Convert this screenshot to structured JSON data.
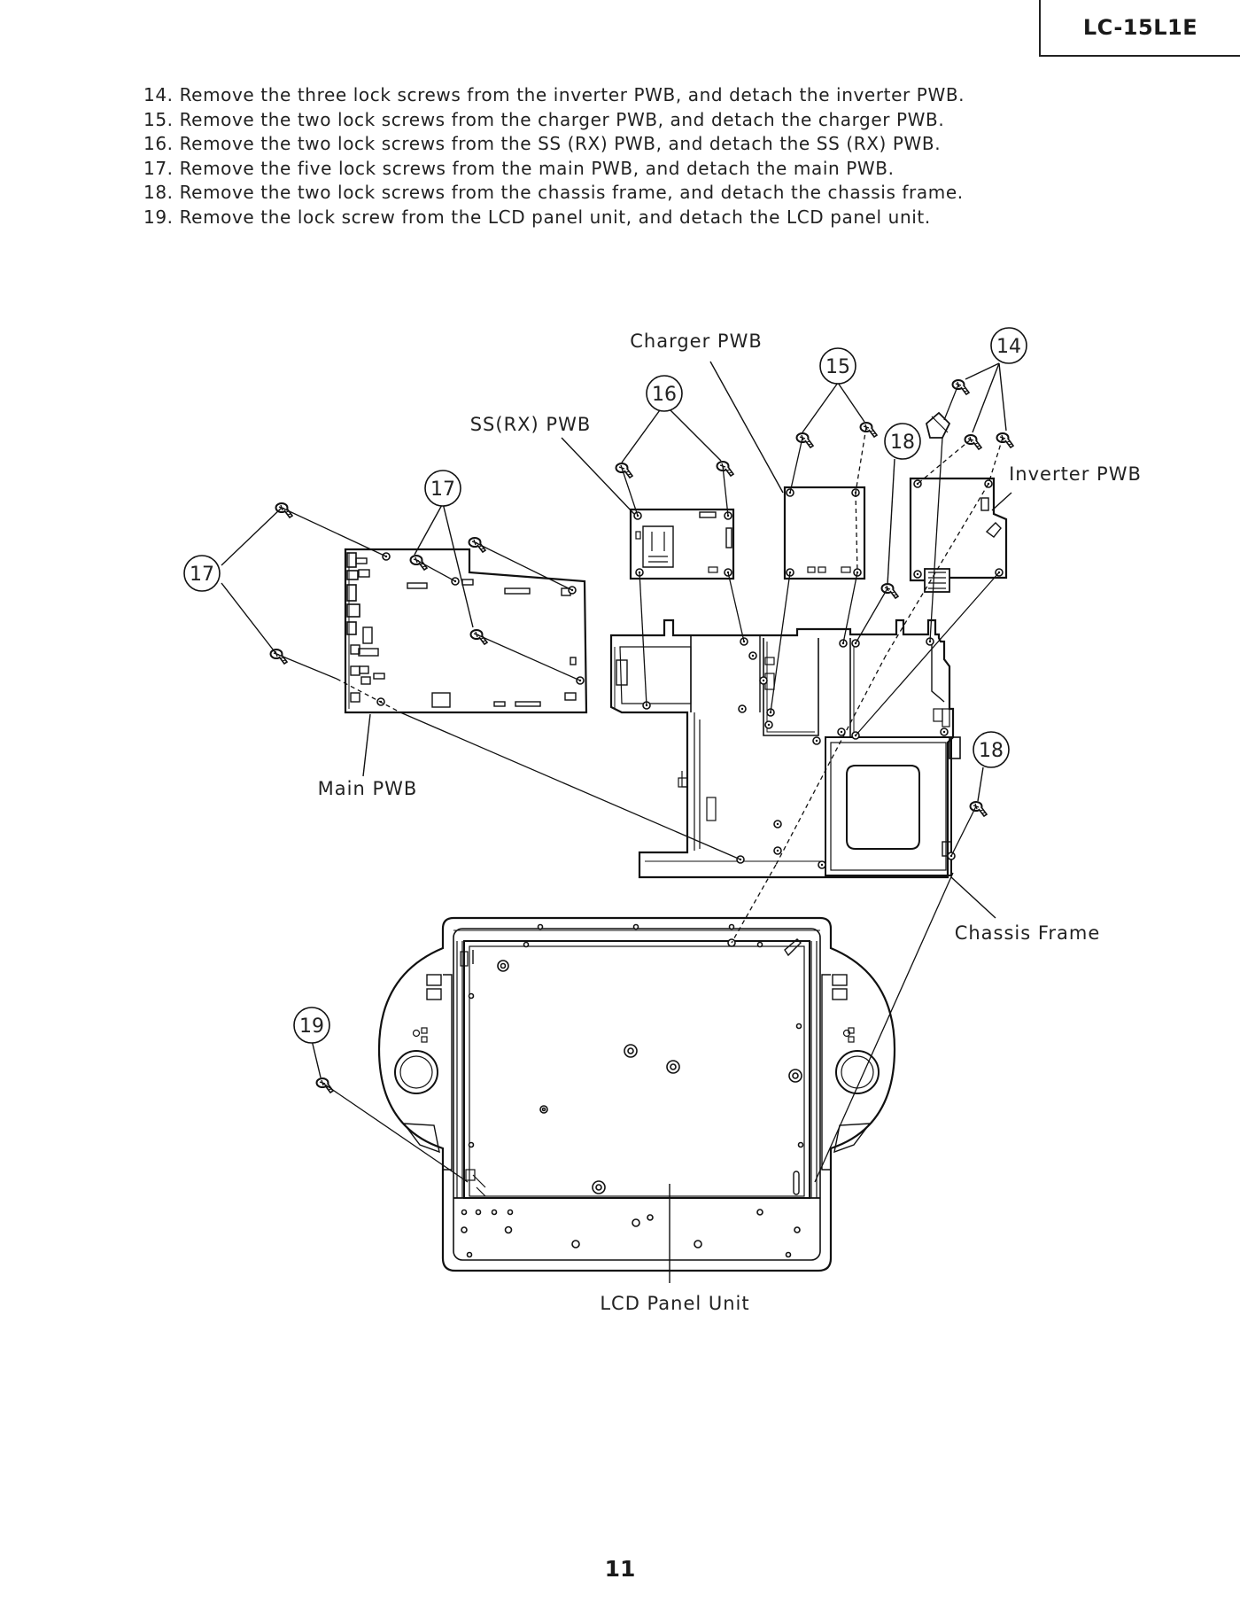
{
  "header": {
    "model": "LC-15L1E"
  },
  "steps": [
    "14. Remove the three lock screws from the inverter PWB, and detach the inverter PWB.",
    "15. Remove the two lock screws from the charger PWB, and detach the charger PWB.",
    "16. Remove the two lock screws from the SS (RX) PWB, and detach the SS (RX) PWB.",
    "17. Remove the five lock screws from the main PWB, and detach the main PWB.",
    "18. Remove the two lock screws from the chassis frame, and detach the chassis frame.",
    "19. Remove the lock screw from the LCD panel unit, and detach the LCD panel unit."
  ],
  "labels": {
    "charger_pwb": "Charger PWB",
    "ss_rx_pwb": "SS(RX) PWB",
    "inverter_pwb": "Inverter PWB",
    "main_pwb": "Main PWB",
    "chassis_frame": "Chassis Frame",
    "lcd_panel_unit": "LCD Panel Unit"
  },
  "callouts": {
    "c14": "14",
    "c15": "15",
    "c16": "16",
    "c17_upper": "17",
    "c17_left": "17",
    "c18_upper": "18",
    "c18_right": "18",
    "c19": "19"
  },
  "footer": {
    "page_number": "11"
  }
}
